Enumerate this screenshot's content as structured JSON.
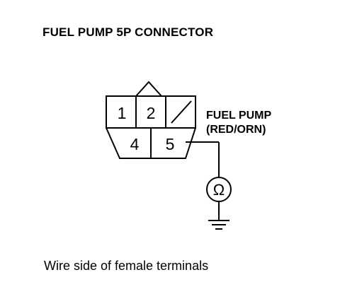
{
  "title": "FUEL PUMP 5P CONNECTOR",
  "caption": "Wire side of female terminals",
  "callout": {
    "line1": "FUEL PUMP",
    "line2": "(RED/ORN)"
  },
  "connector": {
    "terminals": [
      {
        "label": "1"
      },
      {
        "label": "2"
      },
      {
        "label": "4"
      },
      {
        "label": "5"
      }
    ]
  },
  "meter": {
    "symbol": "Ω"
  }
}
